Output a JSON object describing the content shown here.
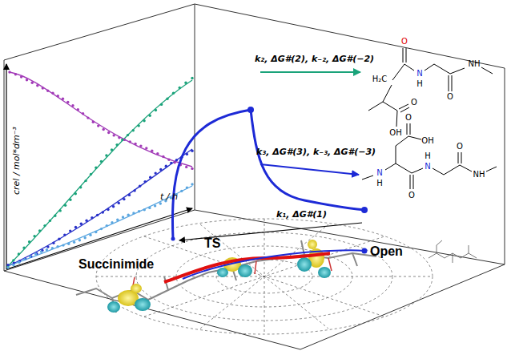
{
  "diagram": {
    "labels": [
      "crel / mol*dm⁻³",
      "t / h",
      "k₂, ΔG#(2), k₋₂, ΔG#(−2)",
      "k₃, ΔG#(3), k₋₃, ΔG#(−3)",
      "k₁, ΔG#(1)",
      "Succinimide",
      "TS",
      "Open",
      "H₂C",
      "O",
      "N",
      "H",
      "O",
      "NH",
      "O",
      "OH",
      "N",
      "H",
      "O",
      "OH",
      "O",
      "N",
      "H",
      "O",
      "NH"
    ]
  }
}
